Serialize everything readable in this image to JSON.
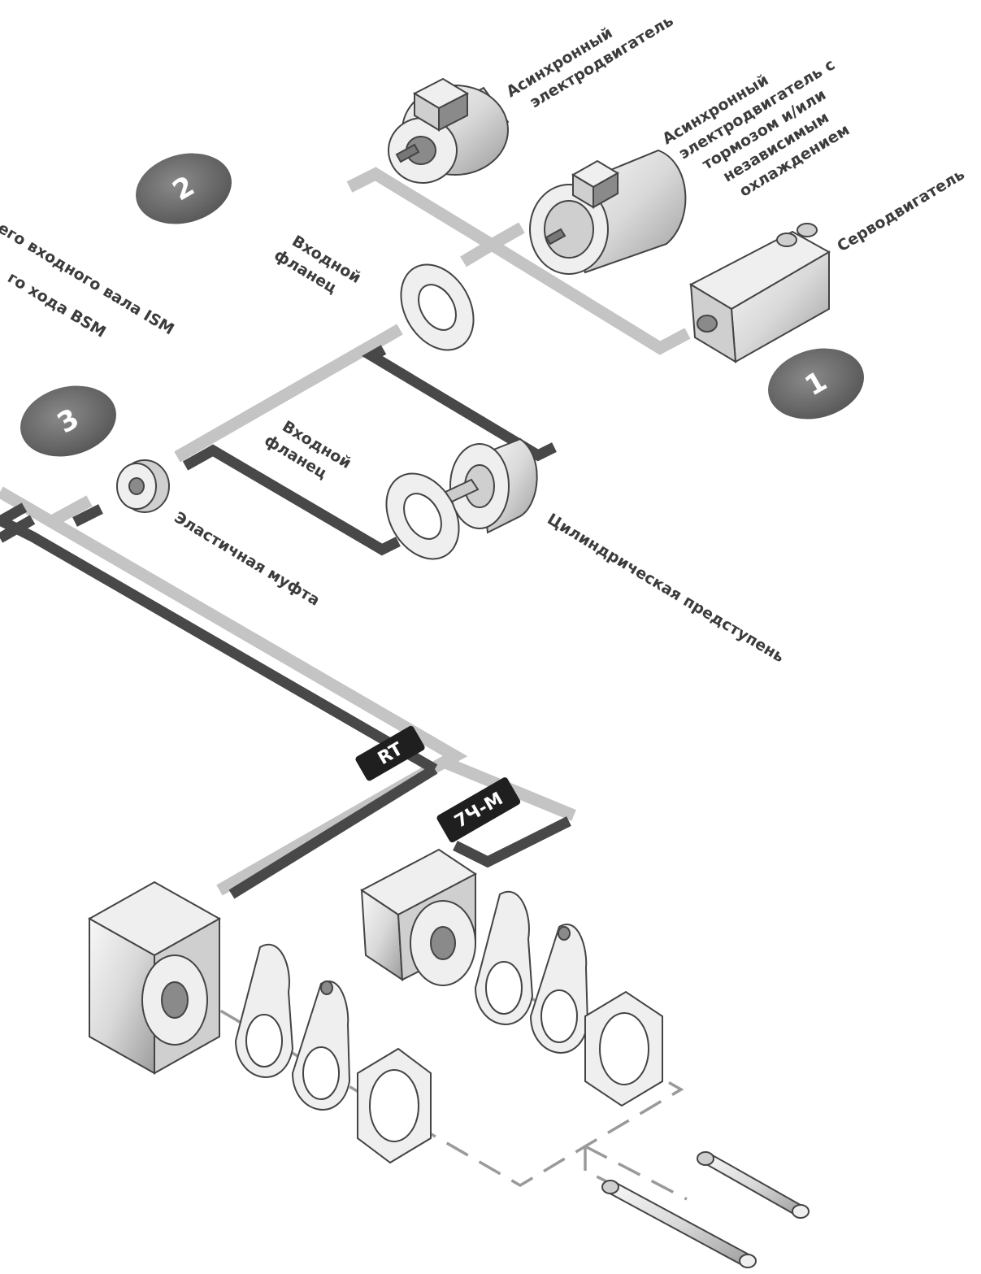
{
  "badges": {
    "b1": "1",
    "b2": "2",
    "b3": "3"
  },
  "labels": {
    "async_motor": [
      "Асинхронный",
      "электродвигатель"
    ],
    "brake_motor": [
      "Асинхронный",
      "электродвигатель с",
      "тормозом и/или",
      "независимым",
      "охлаждением"
    ],
    "servo_motor": "Серводвигатель",
    "input_flange_top": [
      "Входной",
      "фланец"
    ],
    "input_flange_mid": [
      "Входной",
      "фланец"
    ],
    "ism": "его входного вала ISM",
    "bsm": "го хода BSM",
    "elastic_coupling": "Эластичная муфта",
    "helical_prestage": "Цилиндрическая предступень"
  },
  "tags": {
    "rt": "RT",
    "ch_m": "7Ч-М"
  },
  "colors": {
    "light_connector": "#c4c4c4",
    "dark_connector": "#484848",
    "badge": "#6d6d6d",
    "tag": "#1f1f1f"
  }
}
